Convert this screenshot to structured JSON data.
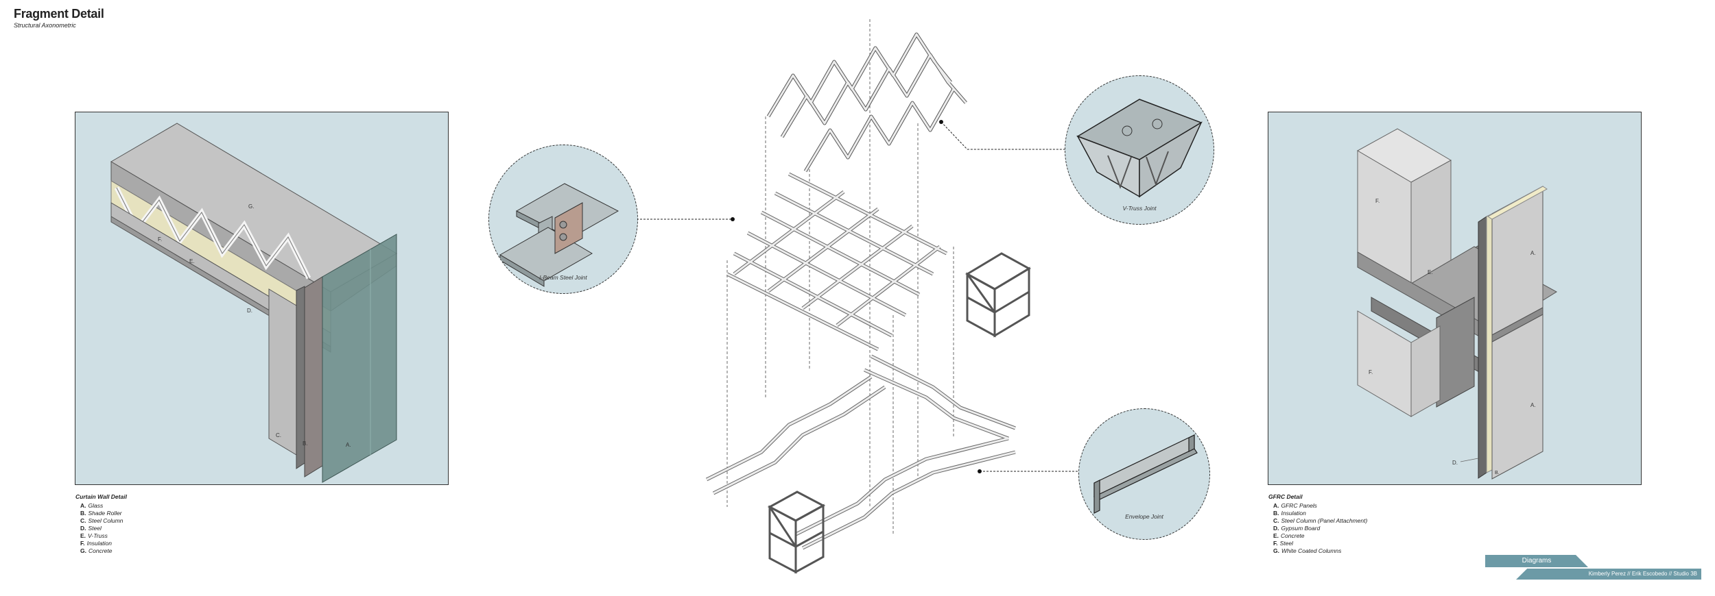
{
  "header": {
    "title": "Fragment Detail",
    "subtitle": "Structural Axonometric"
  },
  "left_panel": {
    "labels": {
      "a": "A.",
      "b": "B.",
      "c": "C.",
      "d": "D.",
      "e": "E.",
      "f": "F.",
      "g": "G."
    },
    "legend_title": "Curtain Wall Detail",
    "legend": [
      {
        "key": "A.",
        "text": "Glass"
      },
      {
        "key": "B.",
        "text": "Shade Roller"
      },
      {
        "key": "C.",
        "text": "Steel Column"
      },
      {
        "key": "D.",
        "text": "Steel"
      },
      {
        "key": "E.",
        "text": "V-Truss"
      },
      {
        "key": "F.",
        "text": "Insulation"
      },
      {
        "key": "G.",
        "text": "Concrete"
      }
    ]
  },
  "right_panel": {
    "labels": {
      "a1": "A.",
      "a2": "A.",
      "b": "B.",
      "d": "D.",
      "e": "E.",
      "f1": "F.",
      "f2": "F."
    },
    "legend_title": "GFRC Detail",
    "legend": [
      {
        "key": "A.",
        "text": "GFRC Panels"
      },
      {
        "key": "B.",
        "text": "Insulation"
      },
      {
        "key": "C.",
        "text": "Steel Column (Panel Attachment)"
      },
      {
        "key": "D.",
        "text": "Gypsum Board"
      },
      {
        "key": "E.",
        "text": "Concrete"
      },
      {
        "key": "F.",
        "text": "Steel"
      },
      {
        "key": "G.",
        "text": "White Coated Columns"
      }
    ]
  },
  "bubbles": {
    "ibeam": "I-Beam Steel Joint",
    "vtruss": "V-Truss Joint",
    "envelope": "Envelope Joint"
  },
  "footer": {
    "tab": "Diagrams",
    "credits": "Kimberly Perez // Erik Escobedo // Studio 3B"
  },
  "colors": {
    "panel_bg": "#cfdfe4",
    "accent": "#6c9aa6",
    "glass": "#6f8f8c",
    "insulation": "#e6e2bf"
  }
}
